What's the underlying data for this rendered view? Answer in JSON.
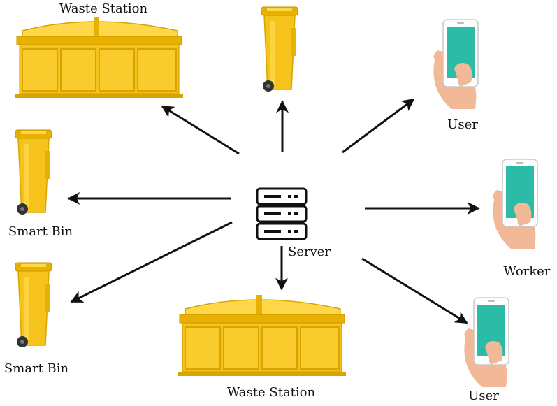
{
  "colors": {
    "bin_yellow": "#f6c21c",
    "bin_yellow_dark": "#d9a300",
    "bin_yellow_light": "#ffd84a",
    "phone_screen": "#2bbba6",
    "skin": "#f2b999",
    "arrow": "#111111"
  },
  "labels": {
    "server": "Server",
    "waste_station_top": "Waste Station",
    "waste_station_bottom": "Waste Station",
    "smart_bin_1": "Smart Bin",
    "smart_bin_2": "Smart Bin",
    "user_top": "User",
    "worker": "Worker",
    "user_bottom": "User"
  },
  "icons": {
    "server": "server-rack-icon",
    "waste_station": "waste-station-container-icon",
    "smart_bin": "wheelie-bin-icon",
    "phone": "hand-holding-phone-icon"
  }
}
